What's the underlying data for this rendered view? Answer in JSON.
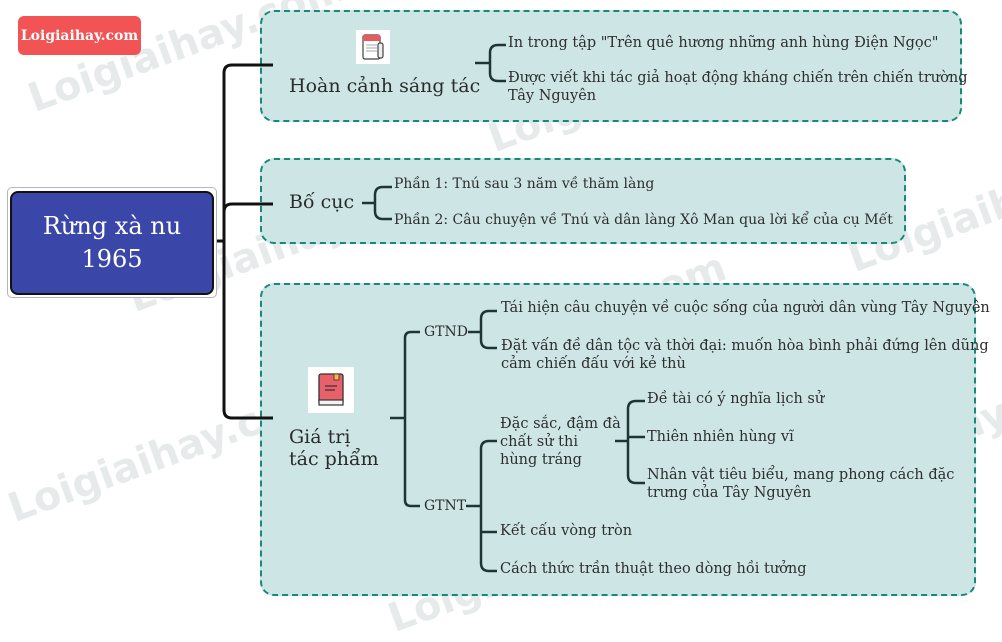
{
  "brand": {
    "logo_text": "Loigiaihay.com",
    "color": "#f25456"
  },
  "watermark_text": "Loigiaihay.com",
  "root": {
    "line1": "Rừng xà nu",
    "line2": "1965",
    "color": "#3a46a8"
  },
  "branches": {
    "context": {
      "title": "Hoàn cảnh sáng tác",
      "icon": "newspaper-icon",
      "items": [
        "In trong tập \"Trên quê hương những anh hùng Điện Ngọc\"",
        "Được viết khi tác giả hoạt động kháng chiến trên chiến trường",
        "Tây Nguyên"
      ]
    },
    "layout": {
      "title": "Bố cục",
      "items": [
        "Phần 1: Tnú sau 3 năm về thăm làng",
        "Phần 2: Câu chuyện về Tnú và dân làng Xô Man qua lời kể của cụ Mết"
      ]
    },
    "value": {
      "title_line1": "Giá trị",
      "title_line2": "tác phẩm",
      "icon": "book-icon",
      "content": {
        "label": "GTND",
        "items": [
          "Tái hiện câu chuyện về cuộc sống của người dân vùng Tây Nguyên",
          "Đặt vấn đề dân tộc và thời đại: muốn hòa bình phải đứng lên dũng",
          "cảm chiến đấu với kẻ thù"
        ]
      },
      "art": {
        "label": "GTNT",
        "epic": {
          "line1": "Đặc sắc, đậm đà",
          "line2": "chất sử thi",
          "line3": "hùng tráng",
          "items": [
            "Đề tài có ý nghĩa lịch sử",
            "Thiên nhiên hùng vĩ",
            "Nhân vật tiêu biểu, mang phong cách đặc",
            "trưng của Tây Nguyên"
          ]
        },
        "structure": "Kết cấu vòng tròn",
        "narration": "Cách thức trần thuật theo dòng hồi tưởng"
      }
    }
  }
}
